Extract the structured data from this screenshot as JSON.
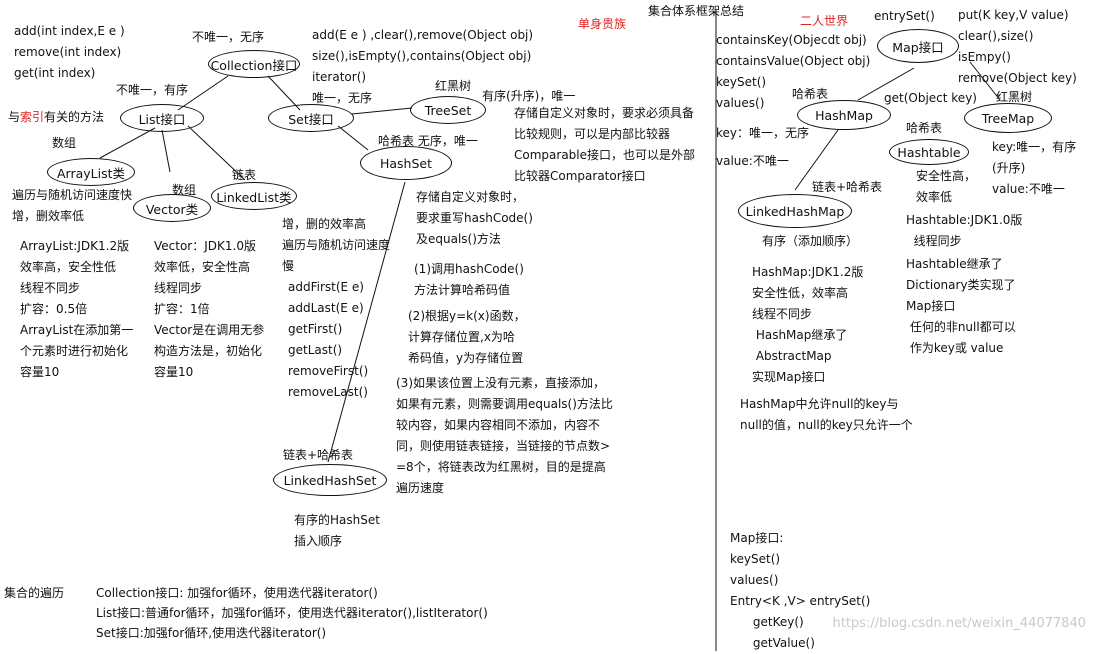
{
  "header": {
    "title": "集合体系框架总结",
    "single_label": "单身贵族",
    "pair_label": "二人世界"
  },
  "collection": {
    "node": "Collection接口",
    "unique_label": "不唯一，无序",
    "methods": "add(E e ) ,clear(),remove(Object obj)\nsize(),isEmpty(),contains(Object obj)\niterator()"
  },
  "list": {
    "node": "List接口",
    "unique_label": "不唯一，有序",
    "index_methods": "add(int index,E e )\nremove(int index)\nget(int index)",
    "index_note_pre": "与",
    "index_note_red": "索引",
    "index_note_post": "有关的方法",
    "array_node": "ArrayList类",
    "array_label": "数组",
    "array_desc": "遍历与随机访问速度快\n增，删效率低",
    "vector_node": "Vector类",
    "vector_label": "数组",
    "linked_node": "LinkedList类",
    "linked_label": "链表",
    "arraylist_info": "ArrayList:JDK1.2版\n效率高，安全性低\n线程不同步\n扩容：0.5倍\nArrayList在添加第一\n个元素时进行初始化\n容量10",
    "vector_info": "Vector：JDK1.0版\n效率低，安全性高\n线程同步\n扩容：1倍\nVector是在调用无参\n构造方法是，初始化\n容量10",
    "linkedlist_info": "增，删的效率高\n遍历与随机访问速度\n慢",
    "linkedlist_methods": "addFirst(E e)\naddLast(E e)\ngetFirst()\ngetLast()\nremoveFirst()\nremoveLast()"
  },
  "set": {
    "node": "Set接口",
    "unique_label": "唯一，无序",
    "treeset_node": "TreeSet",
    "treeset_label": "红黑树",
    "treeset_order": "有序(升序)，唯一",
    "treeset_desc": "存储自定义对象时，要求必须具备\n比较规则，可以是内部比较器\nComparable接口，也可以是外部\n比较器Comparator接口",
    "hashset_node": "HashSet",
    "hashset_label": "哈希表  无序，唯一",
    "hashset_desc": "存储自定义对象时，\n要求重写hashCode()\n及equals()方法",
    "step1": "(1)调用hashCode()\n方法计算哈希码值",
    "step2": "(2)根据y=k(x)函数，\n计算存储位置,x为哈\n希码值，y为存储位置",
    "step3": "(3)如果该位置上没有元素，直接添加，\n如果有元素，则需要调用equals()方法比\n较内容，如果内容相同不添加，内容不\n同，则使用链表链接，当链接的节点数>\n=8个，将链表改为红黑树，目的是提高\n遍历速度",
    "linkedhashset_label": "链表+哈希表",
    "linkedhashset_node": "LinkedHashSet",
    "linkedhashset_desc": "有序的HashSet\n插入顺序"
  },
  "traversal": {
    "title": "集合的遍历",
    "lines": "Collection接口: 加强for循环，使用迭代器iterator()\nList接口:普通for循环，加强for循环，使用迭代器iterator(),listIterator()\nSet接口:加强for循环,使用迭代器iterator()"
  },
  "map": {
    "node": "Map接口",
    "entryset": "entrySet()",
    "put_methods": "put(K key,V value)\nclear(),size()\nisEmpy()\nremove(Object key)",
    "left_methods": "containsKey(Objecdt obj)\ncontainsValue(Object obj)\nkeySet()\nvalues()",
    "get_method": "get(Object key)",
    "key_value": "key：唯一，无序\n\nvalue:不唯一",
    "hashmap_node": "HashMap",
    "hashmap_label": "哈希表",
    "treemap_node": "TreeMap",
    "treemap_label": "红黑树",
    "treemap_desc": "key:唯一，有序\n(升序)\nvalue:不唯一",
    "hashtable_node": "Hashtable",
    "hashtable_label": "哈希表",
    "hashtable_desc": "安全性高，\n效率低",
    "hashtable_info": "Hashtable:JDK1.0版\n  线程同步",
    "hashtable_extends": "Hashtable继承了\nDictionary类实现了\nMap接口\n 任何的非null都可以\n 作为key或 value",
    "linkedhashmap_label": "链表+哈希表",
    "linkedhashmap_node": "LinkedHashMap",
    "linkedhashmap_desc": "有序（添加顺序）",
    "hashmap_info": "HashMap:JDK1.2版\n安全性低，效率高\n线程不同步\n HashMap继承了\n AbstractMap\n实现Map接口",
    "hashmap_null": "HashMap中允许null的key与\nnull的值，null的key只允许一个",
    "summary": "Map接口:\nkeySet()\nvalues()\nEntry<K ,V> entrySet()\n      getKey()\n      getValue()"
  },
  "watermark": "https://blog.csdn.net/weixin_44077840"
}
